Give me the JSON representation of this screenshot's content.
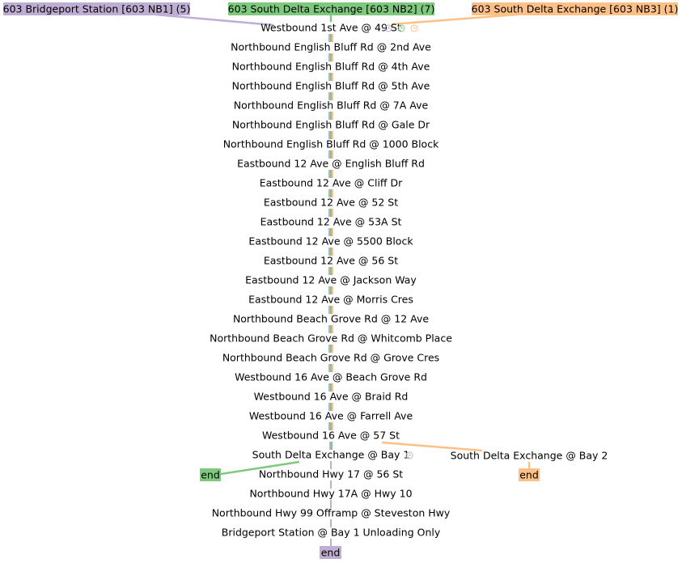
{
  "routes": [
    {
      "label": "603 Bridgeport Station [603 NB1] (5)",
      "color": "#beaed4"
    },
    {
      "label": "603 South Delta Exchange [603 NB2] (7)",
      "color": "#7fc97f"
    },
    {
      "label": "603 South Delta Exchange [603 NB3] (1)",
      "color": "#fdc086"
    }
  ],
  "stops": [
    "Westbound 1st Ave @ 49 St",
    "Northbound English Bluff Rd @ 2nd Ave",
    "Northbound English Bluff Rd @ 4th Ave",
    "Northbound English Bluff Rd @ 5th Ave",
    "Northbound English Bluff Rd @ 7A Ave",
    "Northbound English Bluff Rd @ Gale Dr",
    "Northbound English Bluff Rd @ 1000 Block",
    "Eastbound 12 Ave @ English Bluff Rd",
    "Eastbound 12 Ave @ Cliff Dr",
    "Eastbound 12 Ave @ 52 St",
    "Eastbound 12 Ave @ 53A St",
    "Eastbound 12 Ave @ 5500 Block",
    "Eastbound 12 Ave @ 56 St",
    "Eastbound 12 Ave @ Jackson Way",
    "Eastbound 12 Ave @ Morris Cres",
    "Northbound Beach Grove Rd @ 12 Ave",
    "Northbound Beach Grove Rd @ Whitcomb Place",
    "Northbound Beach Grove Rd @ Grove Cres",
    "Westbound 16 Ave @ Beach Grove Rd",
    "Westbound 16 Ave @ Braid Rd",
    "Westbound 16 Ave @ Farrell Ave",
    "Westbound 16 Ave @ 57 St",
    "South Delta Exchange @ Bay 1",
    "Northbound Hwy 17 @ 56 St",
    "Northbound Hwy 17A @ Hwy 10",
    "Northbound Hwy 99 Offramp @ Steveston Hwy",
    "Bridgeport Station @ Bay 1 Unloading Only"
  ],
  "side_stop": "South Delta Exchange @ Bay 2",
  "end_label": "end",
  "trunk_color": "#beaed4",
  "edge_color": "#bbbbbb"
}
